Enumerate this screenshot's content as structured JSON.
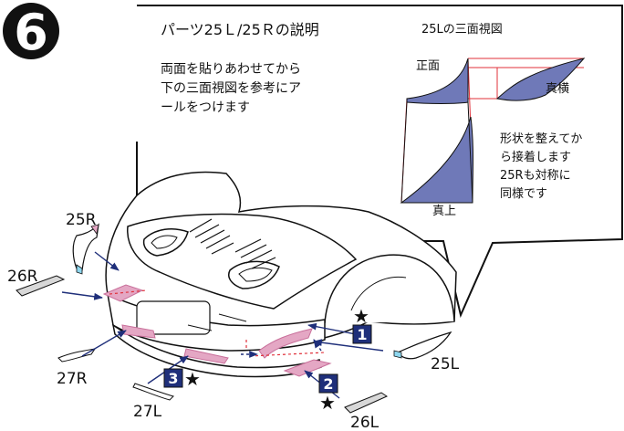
{
  "step": {
    "number": "6"
  },
  "callout": {
    "title": "パーツ25Ｌ/25Ｒの説明",
    "instruction": [
      "両面を貼りあわせてから",
      "下の三面視図を参考にア",
      "ールをつけます"
    ],
    "views_title": "25Lの三面視図",
    "view_front": "正面",
    "view_side": "真横",
    "view_top": "真上",
    "note": [
      "形状を整えてか",
      "ら接着します",
      "25Rも対称に",
      "同様です"
    ]
  },
  "parts": {
    "p25R": "25R",
    "p26R": "26R",
    "p27R": "27R",
    "p27L": "27L",
    "p25L": "25L",
    "p26L": "26L"
  },
  "markers": {
    "m1": "1",
    "m2": "2",
    "m3": "3",
    "star": "★"
  },
  "colors": {
    "accent": "#1f2f7a",
    "part_fill": "#6f79b8",
    "pink": "#e4a7c4",
    "red_line": "#e0303a"
  }
}
